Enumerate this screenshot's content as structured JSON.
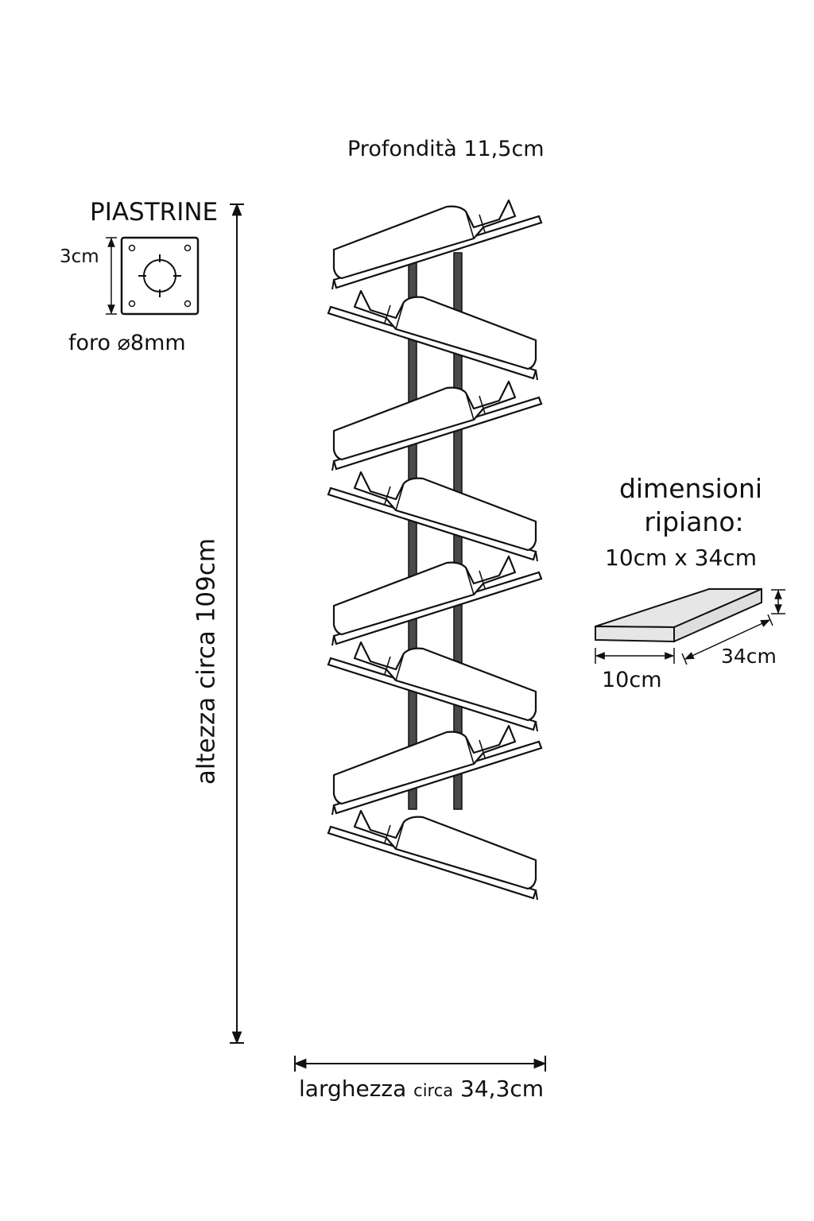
{
  "labels": {
    "depth": "Profondità 11,5cm",
    "plates_title": "PIASTRINE",
    "plate_size": "3cm",
    "plate_hole": "foro ⌀8mm",
    "height_label": "altezza circa 109cm",
    "width_main": "larghezza",
    "width_circa": "circa",
    "width_value": "34,3cm",
    "shelf_title_1": "dimensioni",
    "shelf_title_2": "ripiano:",
    "shelf_size": "10cm x 34cm",
    "shelf_width": "10cm",
    "shelf_length": "34cm"
  },
  "colors": {
    "line": "#111111",
    "pole": "#444444",
    "shelf_face": "#e6e6e6"
  }
}
